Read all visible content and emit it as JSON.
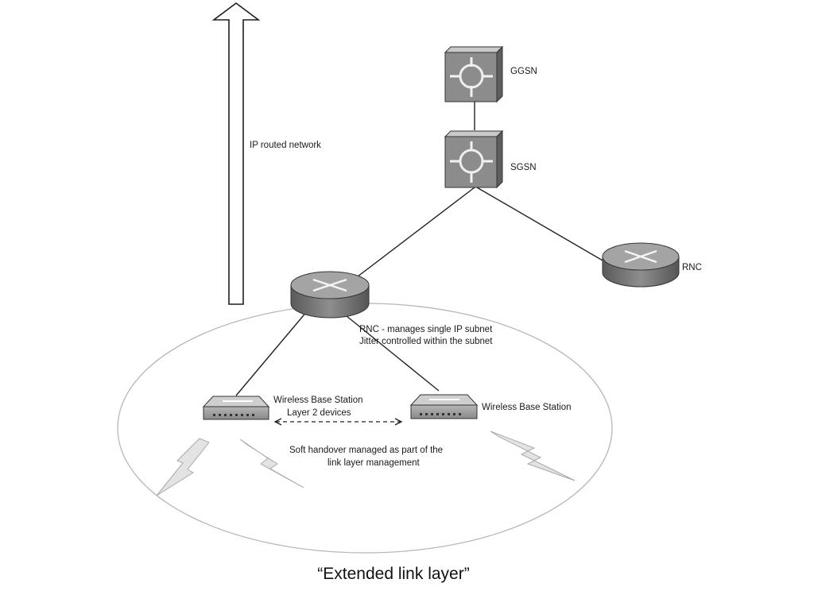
{
  "arrow": {
    "label": "IP routed network"
  },
  "nodes": {
    "ggsn": {
      "label": "GGSN"
    },
    "sgsn": {
      "label": "SGSN"
    },
    "rnc_right": {
      "label": "RNC"
    },
    "rnc_center": {
      "line1": "RNC - manages single IP subnet",
      "line2": "Jitter controlled within the subnet"
    },
    "base_station_left": {
      "line1": "Wireless Base Station",
      "line2": "Layer 2 devices"
    },
    "base_station_right": {
      "label": "Wireless Base Station"
    }
  },
  "handover": {
    "line1": "Soft handover managed as part of the",
    "line2": "link layer management"
  },
  "caption": "“Extended link layer”",
  "colors": {
    "device_fill": "#8a8a8a",
    "device_dark": "#555555",
    "router_top": "#a8a8a8",
    "bolt": "#c8c8c8"
  }
}
